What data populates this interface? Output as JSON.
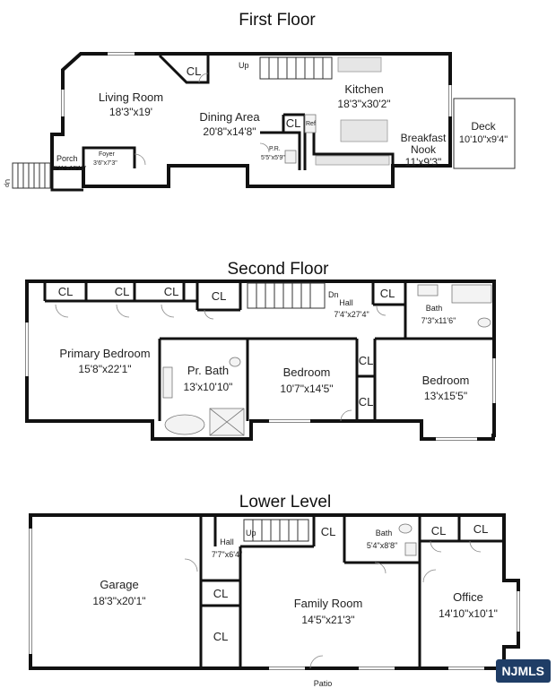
{
  "floors": {
    "first": {
      "title": "First Floor",
      "rooms": {
        "living_room": {
          "name": "Living Room",
          "dim": "18'3\"x19'"
        },
        "dining_area": {
          "name": "Dining Area",
          "dim": "20'8\"x14'8\""
        },
        "kitchen": {
          "name": "Kitchen",
          "dim": "18'3\"x30'2\""
        },
        "breakfast_nook": {
          "name": "Breakfast",
          "name2": "Nook",
          "dim": "11'x9'3\""
        },
        "deck": {
          "name": "Deck",
          "dim": "10'10\"x9'4\""
        },
        "porch": {
          "name": "Porch",
          "dim": "8'11\"x10'11\""
        },
        "foyer": {
          "name": "Foyer",
          "dim": "3'6\"x7'3\""
        },
        "powder_room": {
          "name": "P.R.",
          "dim": "5'5\"x5'9\""
        }
      },
      "closet_label": "CL",
      "ref_label": "Ref",
      "stair_label": "Up"
    },
    "second": {
      "title": "Second Floor",
      "rooms": {
        "primary_bedroom": {
          "name": "Primary Bedroom",
          "dim": "15'8\"x22'1\""
        },
        "primary_bath": {
          "name": "Pr. Bath",
          "dim": "13'x10'10\""
        },
        "bedroom_1": {
          "name": "Bedroom",
          "dim": "10'7\"x14'5\""
        },
        "bedroom_2": {
          "name": "Bedroom",
          "dim": "13'x15'5\""
        },
        "hall": {
          "name": "Hall",
          "dim": "7'4\"x27'4\""
        },
        "bath": {
          "name": "Bath",
          "dim": "7'3\"x11'6\""
        }
      },
      "closet_label": "CL",
      "stair_label": "Dn"
    },
    "lower": {
      "title": "Lower Level",
      "rooms": {
        "garage": {
          "name": "Garage",
          "dim": "18'3\"x20'1\""
        },
        "hall": {
          "name": "Hall",
          "dim": "7'7\"x6'4\""
        },
        "bath": {
          "name": "Bath",
          "dim": "5'4\"x8'8\""
        },
        "family_room": {
          "name": "Family Room",
          "dim": "14'5\"x21'3\""
        },
        "office": {
          "name": "Office",
          "dim": "14'10\"x10'1\""
        }
      },
      "closet_label": "CL",
      "stair_label": "Up",
      "patio_label": "Patio"
    }
  },
  "watermark": "NJMLS",
  "colors": {
    "wall": "#111111",
    "badge": "#1f3d66",
    "background": "#ffffff"
  }
}
